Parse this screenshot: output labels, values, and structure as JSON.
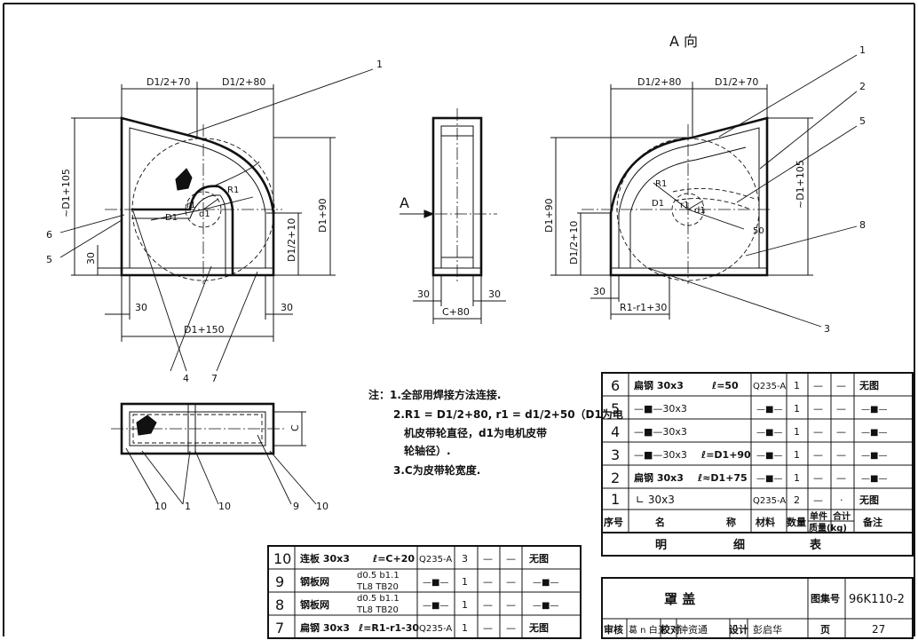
{
  "view_title": "A 向",
  "arrow_label": "A",
  "dims": {
    "front_top_left": "D1/2+70",
    "front_top_right": "D1/2+80",
    "front_left_vert": "~D1+105",
    "front_right_vert": "D1+90",
    "front_right_small": "D1/2+10",
    "front_left_30": "30",
    "front_bottom_30_left": "30",
    "front_bottom_30_right": "30",
    "front_bottom_total": "D1+150",
    "front_D1": "D1",
    "front_R1": "R1",
    "front_r1": "r1",
    "front_d1": "d1",
    "side_30_left": "30",
    "side_30_right": "30",
    "side_c80": "C+80",
    "right_top_left": "D1/2+80",
    "right_top_right": "D1/2+70",
    "right_left_vert": "D1+90",
    "right_right_vert": "~D1+105",
    "right_left_small": "D1/2+10",
    "right_bottom_30": "30",
    "right_bottom_r": "R1-r1+30",
    "right_50": "50",
    "right_D1": "D1",
    "right_R1": "R1",
    "right_r1": "r1",
    "right_d1": "d1",
    "top_c": "C"
  },
  "callouts": {
    "front": [
      "1",
      "6",
      "5",
      "4",
      "7"
    ],
    "right": [
      "1",
      "2",
      "5",
      "8",
      "3"
    ],
    "top": [
      "10",
      "1",
      "10",
      "9",
      "10"
    ]
  },
  "notes": [
    "注：1.全部用焊接方法连接.",
    "2.R1 = D1/2+80, r1 = d1/2+50（D1为电",
    "机皮带轮直径，d1为电机皮带",
    "轮轴径）.",
    "3.C为皮带轮宽度."
  ],
  "parts_upper": [
    {
      "no": "6",
      "name": "扁钢 30x3",
      "spec": "ℓ=50",
      "material": "Q235-A",
      "qty": "1",
      "unit": "—",
      "total": "—",
      "remark": "无图"
    },
    {
      "no": "5",
      "name": "—■—30x3",
      "spec": "",
      "material": "—■—",
      "qty": "1",
      "unit": "—",
      "total": "—",
      "remark": "—■—"
    },
    {
      "no": "4",
      "name": "—■—30x3",
      "spec": "",
      "material": "—■—",
      "qty": "1",
      "unit": "—",
      "total": "—",
      "remark": "—■—"
    },
    {
      "no": "3",
      "name": "—■—30x3",
      "spec": "ℓ=D1+90",
      "material": "—■—",
      "qty": "1",
      "unit": "—",
      "total": "—",
      "remark": "—■—"
    },
    {
      "no": "2",
      "name": "扁钢 30x3",
      "spec": "ℓ≈D1+75",
      "material": "—■—",
      "qty": "1",
      "unit": "—",
      "total": "—",
      "remark": "—■—"
    },
    {
      "no": "1",
      "name": "∟ 30x3",
      "spec": "",
      "material": "Q235-A",
      "qty": "2",
      "unit": "—",
      "total": "·",
      "remark": "无图"
    }
  ],
  "parts_header": {
    "no": "序号",
    "name": "名",
    "name2": "称",
    "material": "材料",
    "qty": "数量",
    "unit": "单件",
    "total": "合计",
    "weight": "质量(kg)",
    "remark": "备注"
  },
  "parts_caption": [
    "明",
    "细",
    "表"
  ],
  "parts_lower": [
    {
      "no": "10",
      "name": "连板 30x3",
      "spec": "ℓ=C+20",
      "material": "Q235-A",
      "qty": "3",
      "unit": "—",
      "total": "—",
      "remark": "无图"
    },
    {
      "no": "9",
      "name": "钢板网",
      "spec": "d0.5  b1.1",
      "spec2": "TL8  TB20",
      "material": "—■—",
      "qty": "1",
      "unit": "—",
      "total": "—",
      "remark": "—■—"
    },
    {
      "no": "8",
      "name": "钢板网",
      "spec": "d0.5  b1.1",
      "spec2": "TL8  TB20",
      "material": "—■—",
      "qty": "1",
      "unit": "—",
      "total": "—",
      "remark": "—■—"
    },
    {
      "no": "7",
      "name": "扁钢 30x3",
      "spec": "ℓ=R1-r1-30",
      "material": "Q235-A",
      "qty": "1",
      "unit": "—",
      "total": "—",
      "remark": "无图"
    }
  ],
  "title_block": {
    "drawing_name": "罩  盖",
    "atlas_label": "图集号",
    "atlas_no": "96K110-2",
    "review_label": "审核",
    "review_sig": "葛 n 白玉",
    "check_label": "校对",
    "check_sig": "钟资通",
    "design_label": "设计",
    "design_sig": "彭启华",
    "page_label": "页",
    "page_no": "27"
  }
}
